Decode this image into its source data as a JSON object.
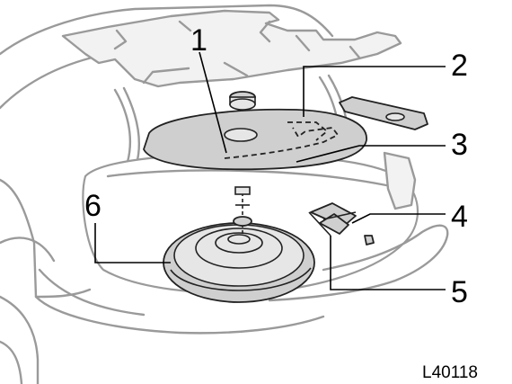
{
  "callouts": [
    {
      "number": "1",
      "target": "tire-cover-board"
    },
    {
      "number": "2",
      "target": "floor-cover-dashed-outline"
    },
    {
      "number": "3",
      "target": "jack-handle-dashed"
    },
    {
      "number": "4",
      "target": "jack"
    },
    {
      "number": "5",
      "target": "jack-handle"
    },
    {
      "number": "6",
      "target": "spare-tire"
    }
  ],
  "figure_code": "L40118"
}
